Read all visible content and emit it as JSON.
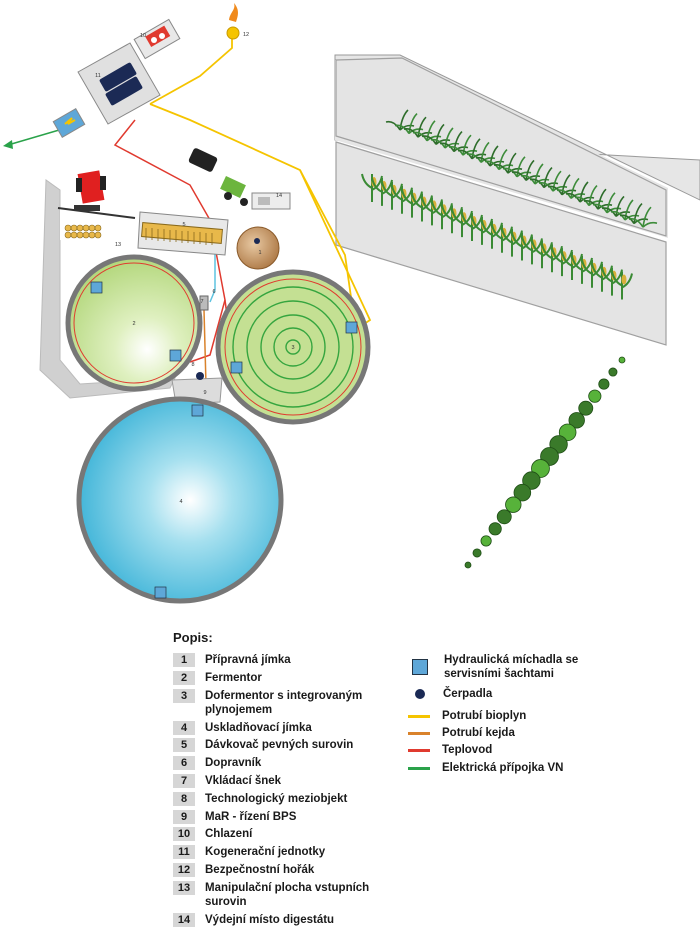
{
  "scene_labels": {
    "l1": "1",
    "l2": "2",
    "l3": "3",
    "l4": "4",
    "l5": "5",
    "l6": "6",
    "l7": "7",
    "l8": "8",
    "l9": "9",
    "l10": "10",
    "l11": "11",
    "l12": "12",
    "l13": "13",
    "l14": "14"
  },
  "legend": {
    "title": "Popis:",
    "items": [
      {
        "num": "1",
        "text": "Přípravná jímka"
      },
      {
        "num": "2",
        "text": "Fermentor"
      },
      {
        "num": "3",
        "text": "Dofermentor s integrovaným plynojemem"
      },
      {
        "num": "4",
        "text": "Uskladňovací jímka"
      },
      {
        "num": "5",
        "text": "Dávkovač pevných surovin"
      },
      {
        "num": "6",
        "text": "Dopravník"
      },
      {
        "num": "7",
        "text": "Vkládací šnek"
      },
      {
        "num": "8",
        "text": "Technologický meziobjekt"
      },
      {
        "num": "9",
        "text": "MaR - řízení BPS"
      },
      {
        "num": "10",
        "text": "Chlazení"
      },
      {
        "num": "11",
        "text": "Kogenerační jednotky"
      },
      {
        "num": "12",
        "text": "Bezpečnostní hořák"
      },
      {
        "num": "13",
        "text": "Manipulační plocha vstupních surovin"
      },
      {
        "num": "14",
        "text": "Výdejní místo digestátu"
      }
    ],
    "symbols": {
      "mixer": "Hydraulická míchadla se servisními šachtami",
      "pump": "Čerpadla"
    },
    "lines": [
      {
        "text": "Potrubí bioplyn",
        "color": "#f5c400"
      },
      {
        "text": "Potrubí kejda",
        "color": "#d9822b"
      },
      {
        "text": "Teplovod",
        "color": "#e03a2f"
      },
      {
        "text": "Elektrická přípojka VN",
        "color": "#2aa24a"
      }
    ]
  },
  "colors": {
    "fermentor": "#c4e093",
    "storage": "#5fc3e0",
    "pipe_biogas": "#f5c400",
    "pipe_slurry": "#d9822b",
    "heat": "#e03a2f",
    "power": "#2aa24a",
    "field": "#e6e6e6"
  }
}
